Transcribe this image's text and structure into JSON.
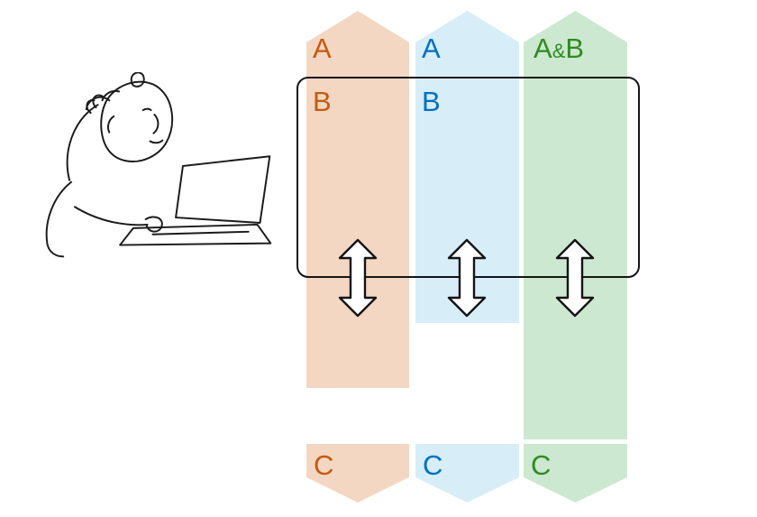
{
  "canvas": {
    "background": "#ffffff"
  },
  "colors": {
    "band_orange": "#F3D7C2",
    "band_blue": "#D7EDF8",
    "band_green": "#CCE8D0",
    "text_orange": "#C55A11",
    "text_blue": "#0070C0",
    "text_green": "#2F8C1F",
    "outline_black": "#141414",
    "arrow_fill": "#ffffff"
  },
  "columns": [
    {
      "key": "orange",
      "header_label": "A",
      "box_label": "B",
      "footer_label": "C"
    },
    {
      "key": "blue",
      "header_label": "A",
      "box_label": "B",
      "footer_label": "C"
    },
    {
      "key": "green",
      "header_label_first": "A",
      "header_label_amp": "&",
      "header_label_second": "B",
      "footer_label": "C"
    }
  ],
  "icons": {
    "updown_arrow": "double-headed-vertical-arrow",
    "illustration": "person-thinking-at-laptop"
  }
}
